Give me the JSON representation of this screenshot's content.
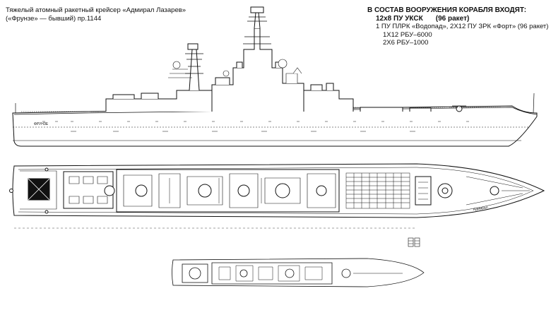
{
  "title": {
    "line1": "Тяжелый атомный ракетный крейсер «Адмирал Лазарев»",
    "line2": "(«Фрунзе» — бывший) пр.1144"
  },
  "armament": {
    "heading": "В СОСТАВ ВООРУЖЕНИЯ КОРАБЛЯ ВХОДЯТ:",
    "main": "12х8 ПУ УКСК",
    "main_note": "(96 ракет)",
    "line1": "1 ПУ ПЛРК «Водопад», 2Х12 ПУ ЗРК «Форт» (96 ракет)",
    "line2": "1Х12 РБУ–6000",
    "line3": "2Х6 РБУ–1000"
  },
  "hull_name": "ФРУНЗЕ",
  "deck_mark": "Адмирал"
}
